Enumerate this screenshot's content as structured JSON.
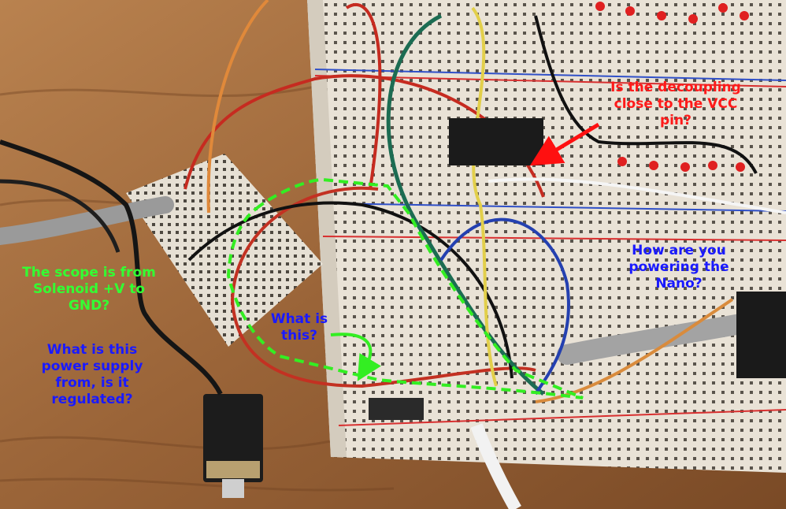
{
  "annotations": {
    "decoupling": "Is the decoupling\nclose to the VCC\npin?",
    "nano_power": "How are you\npowering the\nNano?",
    "scope": "The scope is from\nSolenoid +V to\nGND?",
    "power_supply": "What is this\npower supply\nfrom, is it\nregulated?",
    "what_is_this": "What is\nthis?"
  },
  "colors": {
    "red_note": "#ff1a1a",
    "blue_note": "#1a1aff",
    "green_note": "#33ff33",
    "red_arrow": "#ff1010",
    "green_outline": "#33ee22"
  },
  "icons": {
    "decoupling_arrow": "arrow-right-icon",
    "what_arrow": "arrow-down-icon"
  }
}
